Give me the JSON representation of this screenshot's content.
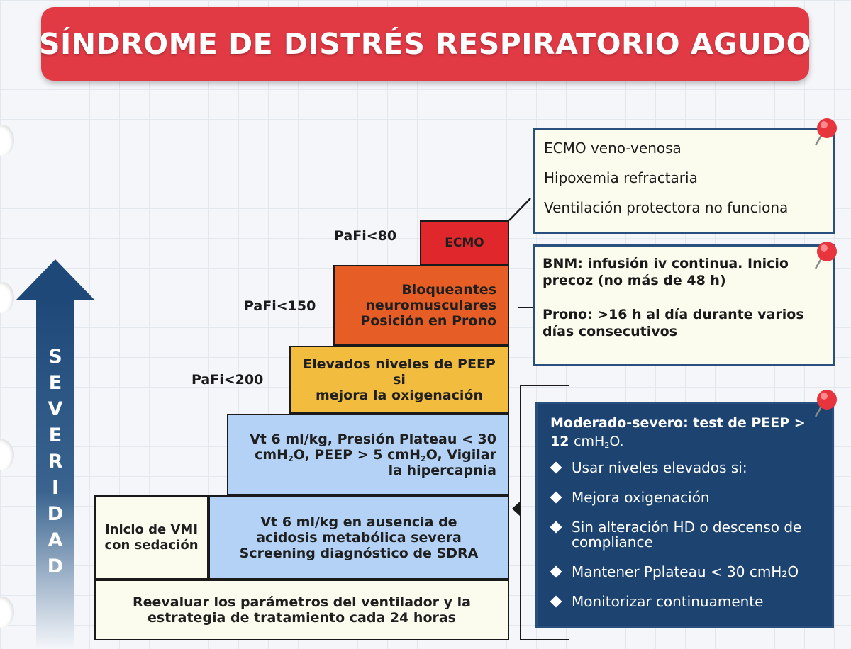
{
  "title": "SÍNDROME DE DISTRÉS RESPIRATORIO AGUDO",
  "axis_label": "SEVERIDAD",
  "pafi_labels": [
    "PaFi<80",
    "PaFi<150",
    "PaFi<200"
  ],
  "steps": {
    "ecmo": "ECMO",
    "bnm": [
      "Bloqueantes",
      "neuromusculares",
      "Posición en Prono"
    ],
    "peep": [
      "Elevados niveles de PEEP si",
      "mejora la oxigenación"
    ],
    "vt30": [
      "Vt 6 ml/kg, Presión Plateau < 30",
      "cmH",
      "2",
      "O, PEEP > 5 cmH",
      "2",
      "O, Vigilar",
      "la hipercapnia"
    ],
    "vmi": [
      "Inicio de VMI",
      "con sedación"
    ],
    "screening": [
      "Vt 6 ml/kg en ausencia de",
      "acidosis metabólica severa",
      "Screening diagnóstico de SDRA"
    ],
    "reeval": "Reevaluar los parámetros del ventilador y la estrategia de tratamiento cada 24 horas"
  },
  "cards": {
    "ecmo": [
      "ECMO veno-venosa",
      "Hipoxemia refractaria",
      "Ventilación protectora no funciona"
    ],
    "bnm": [
      "BNM: infusión iv continua. Inicio precoz (no más de 48 h)",
      "Prono: >16 h al día durante varios días consecutivos"
    ],
    "peep": {
      "header_prefix": "Moderado-severo: test de PEEP >",
      "header_value": "12 cm",
      "header_value_bold": "12",
      "header_unit_pre": "cmH",
      "header_sub": "2",
      "header_unit_post": "O.",
      "bullets": [
        "Usar niveles elevados si:",
        "Mejora oxigenación",
        "Sin alteración HD o descenso de compliance",
        "Mantener Pplateau < 30 cmH₂O",
        "Monitorizar continuamente"
      ]
    }
  },
  "colors": {
    "title_bg": "#e23a45",
    "ecmo": "#e0282c",
    "bnm": "#e65d25",
    "peep": "#f2bc3f",
    "vt": "#b4d2f6",
    "cream": "#fbfbee",
    "navy": "#1d4370",
    "pin": "#e8343c"
  },
  "icons": [
    "pushpin-icon",
    "arrow-up-icon",
    "diamond-bullet-icon"
  ]
}
